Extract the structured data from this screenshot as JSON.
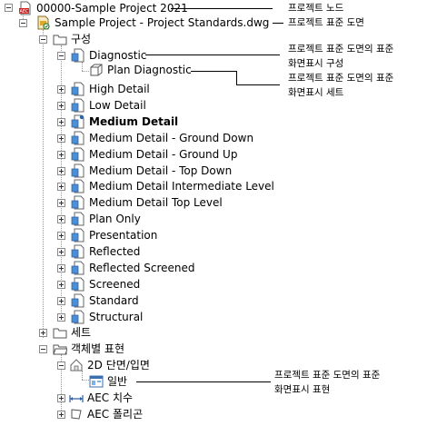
{
  "tree": {
    "project": {
      "label": "00000-Sample Project 2021",
      "icon": "project-icon"
    },
    "standards_file": {
      "label": "Sample Project - Project Standards.dwg",
      "icon": "dwg-file-icon"
    },
    "folder_gusung": {
      "label": "구성",
      "icon": "folder-icon"
    },
    "configs": [
      {
        "label": "Diagnostic",
        "bold": false
      },
      {
        "label": "High Detail",
        "bold": false
      },
      {
        "label": "Low Detail",
        "bold": false
      },
      {
        "label": "Medium Detail",
        "bold": true
      },
      {
        "label": "Medium Detail - Ground Down",
        "bold": false
      },
      {
        "label": "Medium Detail - Ground Up",
        "bold": false
      },
      {
        "label": "Medium Detail - Top Down",
        "bold": false
      },
      {
        "label": "Medium Detail Intermediate Level",
        "bold": false
      },
      {
        "label": "Medium Detail Top Level",
        "bold": false
      },
      {
        "label": "Plan Only",
        "bold": false
      },
      {
        "label": "Presentation",
        "bold": false
      },
      {
        "label": "Reflected",
        "bold": false
      },
      {
        "label": "Reflected Screened",
        "bold": false
      },
      {
        "label": "Screened",
        "bold": false
      },
      {
        "label": "Standard",
        "bold": false
      },
      {
        "label": "Structural",
        "bold": false
      }
    ],
    "plan_diagnostic": {
      "label": "Plan Diagnostic",
      "icon": "display-set-icon"
    },
    "folder_set": {
      "label": "세트",
      "icon": "folder-icon"
    },
    "folder_by_object": {
      "label": "객체별 표현",
      "icon": "folder-open-icon"
    },
    "section_elevation": {
      "label": "2D 단면/입면",
      "icon": "section-elevation-icon"
    },
    "general": {
      "label": "일반",
      "icon": "display-rep-icon"
    },
    "aec_dimension": {
      "label": "AEC 치수",
      "icon": "aec-dimension-icon"
    },
    "aec_polygon": {
      "label": "AEC 폴리곤",
      "icon": "aec-polygon-icon"
    }
  },
  "callouts": {
    "project_node": [
      "프로젝트 노드"
    ],
    "standards_drawing": [
      "프로젝트 표준 도면"
    ],
    "display_configuration": [
      "프로젝트 표준 도면의 표준",
      "화면표시 구성"
    ],
    "display_set": [
      "프로젝트 표준 도면의 표준",
      "화면표시 세트"
    ],
    "display_representation": [
      "프로젝트 표준 도면의 표준",
      "화면표시 표현"
    ]
  },
  "colors": {
    "config_icon": "#4a90d9",
    "project_icon_red": "#cc2222",
    "folder_outline": "#555555",
    "tree_lines": "#9a9a9a"
  }
}
